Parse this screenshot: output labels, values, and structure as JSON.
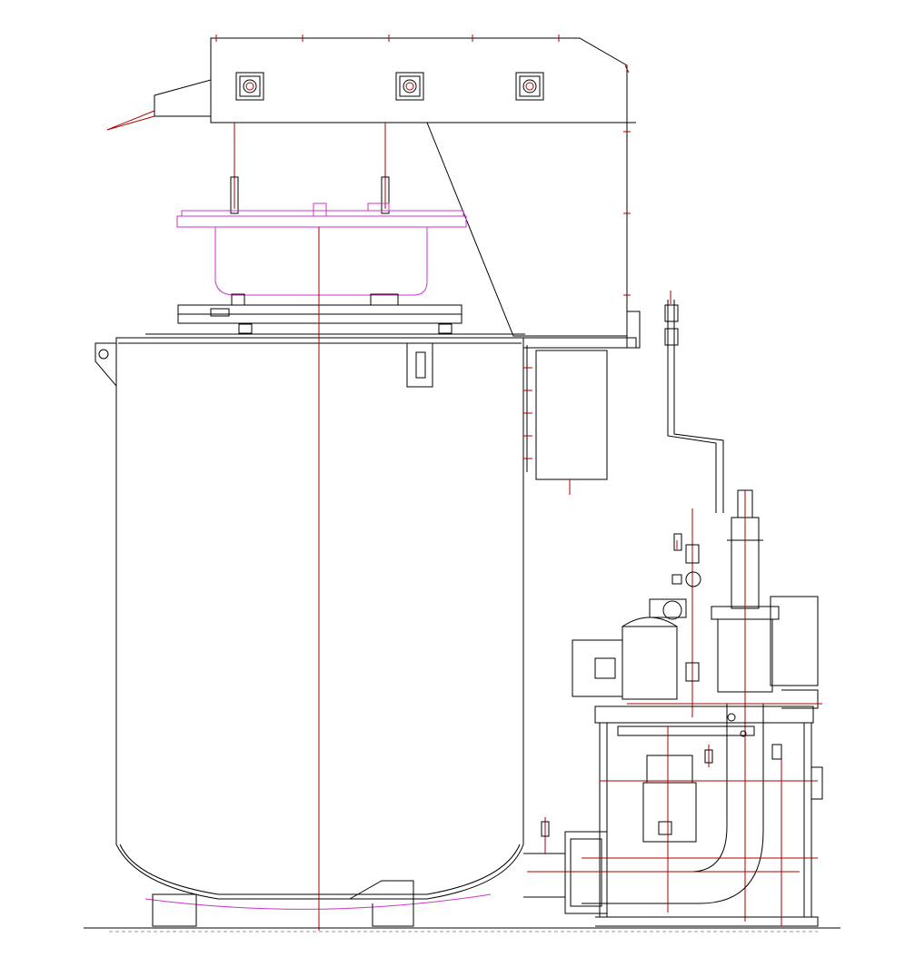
{
  "drawing": {
    "kind": "cad-elevation",
    "colors": {
      "outline": "#000000",
      "centerline": "#b00000",
      "lid": "#cc33cc",
      "background": "#ffffff"
    },
    "components": [
      "lifting-gantry",
      "retort-lid",
      "furnace-shell",
      "side-cabinet",
      "gas-piping",
      "blower-motor",
      "pump-unit",
      "base-frame"
    ]
  }
}
